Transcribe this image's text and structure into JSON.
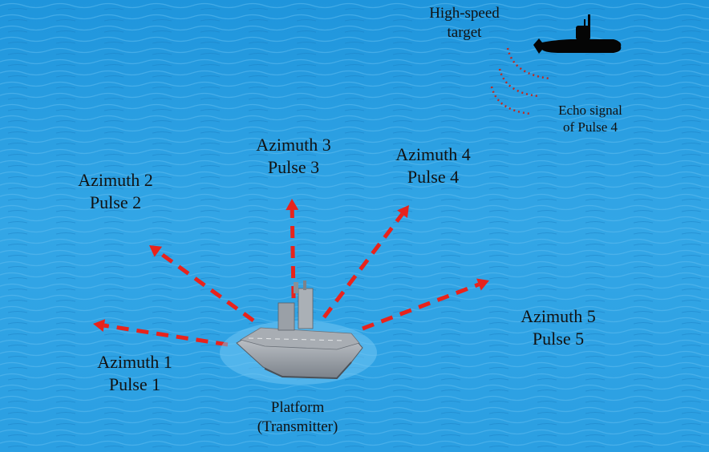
{
  "azimuths": [
    {
      "azimuth": "Azimuth 1",
      "pulse": "Pulse 1"
    },
    {
      "azimuth": "Azimuth 2",
      "pulse": "Pulse 2"
    },
    {
      "azimuth": "Azimuth 3",
      "pulse": "Pulse 3"
    },
    {
      "azimuth": "Azimuth 4",
      "pulse": "Pulse 4"
    },
    {
      "azimuth": "Azimuth 5",
      "pulse": "Pulse 5"
    }
  ],
  "platform": {
    "line1": "Platform",
    "line2": "(Transmitter)"
  },
  "target": {
    "line1": "High-speed",
    "line2": "target"
  },
  "echo": {
    "line1": "Echo signal",
    "line2": "of Pulse 4"
  },
  "colors": {
    "sea": "#2a9fe0",
    "beam": "#e8231c",
    "echo": "#c0281f",
    "submarine": "#050505"
  },
  "icons": [
    "aircraft-carrier-icon",
    "submarine-icon"
  ]
}
